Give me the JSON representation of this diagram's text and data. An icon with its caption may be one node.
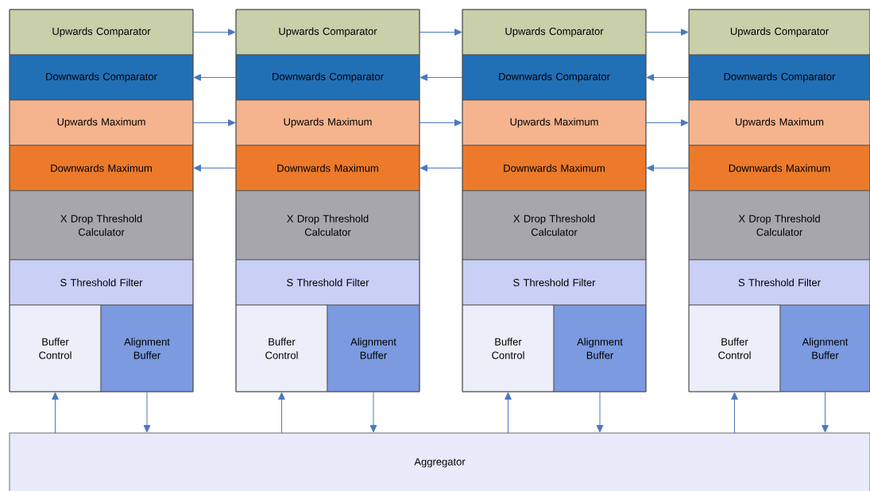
{
  "diagram": {
    "nodes": [
      {
        "text": [
          "Upwards Comparator"
        ]
      },
      {
        "text": [
          "Downwards Comparator"
        ]
      },
      {
        "text": [
          "Upwards Maximum"
        ]
      },
      {
        "text": [
          "Downwards Maximum"
        ]
      },
      {
        "text": [
          "X Drop Threshold Calculator"
        ]
      },
      {
        "text": [
          "S Threshold Filter"
        ]
      },
      {
        "text": [
          "Buffer Control"
        ]
      },
      {
        "text": [
          "Alignment Buffer"
        ]
      },
      {
        "text": [
          "Upwards Comparator"
        ]
      },
      {
        "text": [
          "Downwards Comparator"
        ]
      },
      {
        "text": [
          "Upwards Maximum"
        ]
      },
      {
        "text": [
          "Downwards Maximum"
        ]
      },
      {
        "text": [
          "X Drop Threshold Calculator"
        ]
      },
      {
        "text": [
          "S Threshold Filter"
        ]
      },
      {
        "text": [
          "Buffer Control"
        ]
      },
      {
        "text": [
          "Alignment Buffer"
        ]
      },
      {
        "text": [
          "Upwards Comparator"
        ]
      },
      {
        "text": [
          "Downwards Comparator"
        ]
      },
      {
        "text": [
          "Upwards Maximum"
        ]
      },
      {
        "text": [
          "Downwards Maximum"
        ]
      },
      {
        "text": [
          "X Drop Threshold Calculator"
        ]
      },
      {
        "text": [
          "S Threshold Filter"
        ]
      },
      {
        "text": [
          "Buffer Control"
        ]
      },
      {
        "text": [
          "Alignment Buffer"
        ]
      },
      {
        "text": [
          "Upwards Comparator"
        ]
      },
      {
        "text": [
          "Downwards Comparator"
        ]
      },
      {
        "text": [
          "Upwards Maximum"
        ]
      },
      {
        "text": [
          "Downwards Maximum"
        ]
      },
      {
        "text": [
          "X Drop Threshold Calculator"
        ]
      },
      {
        "text": [
          "S Threshold Filter"
        ]
      },
      {
        "text": [
          "Buffer Control"
        ]
      },
      {
        "text": [
          "Alignment Buffer"
        ]
      },
      {
        "text": [
          "Aggregator"
        ]
      }
    ],
    "edges": [
      {
        "from": 0,
        "to": 8,
        "arrow": "to"
      },
      {
        "from": 9,
        "to": 1,
        "arrow": "to"
      },
      {
        "from": 2,
        "to": 10,
        "arrow": "to"
      },
      {
        "from": 11,
        "to": 3,
        "arrow": "to"
      },
      {
        "from": 8,
        "to": 16,
        "arrow": "to"
      },
      {
        "from": 17,
        "to": 9,
        "arrow": "to"
      },
      {
        "from": 10,
        "to": 18,
        "arrow": "to"
      },
      {
        "from": 19,
        "to": 11,
        "arrow": "to"
      },
      {
        "from": 16,
        "to": 24,
        "arrow": "to"
      },
      {
        "from": 25,
        "to": 17,
        "arrow": "to"
      },
      {
        "from": 18,
        "to": 26,
        "arrow": "to"
      },
      {
        "from": 27,
        "to": 19,
        "arrow": "to"
      },
      {
        "from": 32,
        "to": 6,
        "arrow": "to"
      },
      {
        "from": 7,
        "to": 32,
        "arrow": "to"
      },
      {
        "from": 32,
        "to": 14,
        "arrow": "to"
      },
      {
        "from": 15,
        "to": 32,
        "arrow": "to"
      },
      {
        "from": 32,
        "to": 22,
        "arrow": "to"
      },
      {
        "from": 23,
        "to": 32,
        "arrow": "to"
      },
      {
        "from": 32,
        "to": 30,
        "arrow": "to"
      },
      {
        "from": 31,
        "to": 32,
        "arrow": "to"
      }
    ]
  }
}
